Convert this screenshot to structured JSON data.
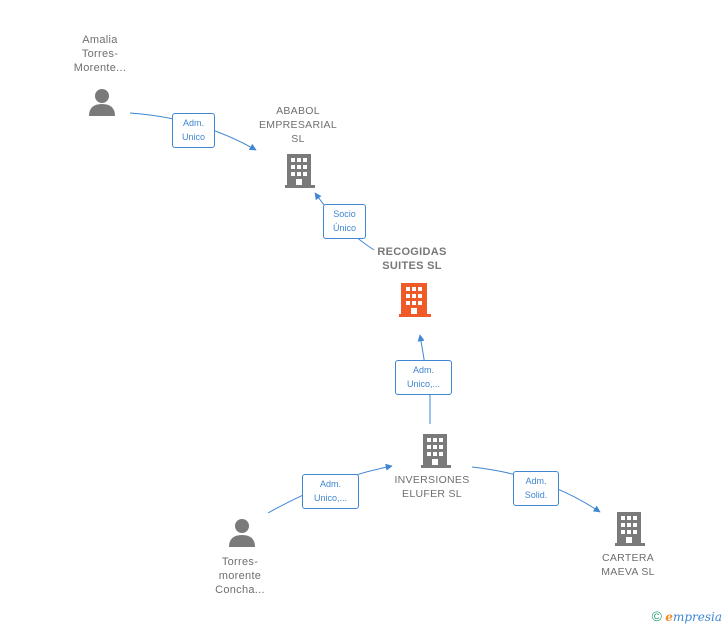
{
  "nodes": {
    "amalia": {
      "lines": [
        "Amalia",
        "Torres-",
        "Morente..."
      ]
    },
    "ababol": {
      "lines": [
        "ABABOL",
        "EMPRESARIAL",
        "SL"
      ]
    },
    "recogidas": {
      "lines": [
        "RECOGIDAS",
        "SUITES SL"
      ]
    },
    "inversiones": {
      "lines": [
        "INVERSIONES",
        "ELUFER SL"
      ]
    },
    "torres": {
      "lines": [
        "Torres-",
        "morente",
        "Concha..."
      ]
    },
    "cartera": {
      "lines": [
        "CARTERA",
        "MAEVA SL"
      ]
    }
  },
  "relations": {
    "amalia_ababol": {
      "lines": [
        "Adm.",
        "Unico"
      ]
    },
    "recogidas_ababol": {
      "lines": [
        "Socio",
        "Único"
      ]
    },
    "inversiones_recogidas": {
      "lines": [
        "Adm.",
        "Unico,..."
      ]
    },
    "torres_inversiones": {
      "lines": [
        "Adm.",
        "Unico,..."
      ]
    },
    "inversiones_cartera": {
      "lines": [
        "Adm.",
        "Solid."
      ]
    }
  },
  "brand": {
    "copyright": "©",
    "e": "e",
    "rest": "mpresia"
  },
  "colors": {
    "edge": "#3f86d3",
    "node_gray": "#7a7a7a",
    "focus": "#f05a28"
  }
}
